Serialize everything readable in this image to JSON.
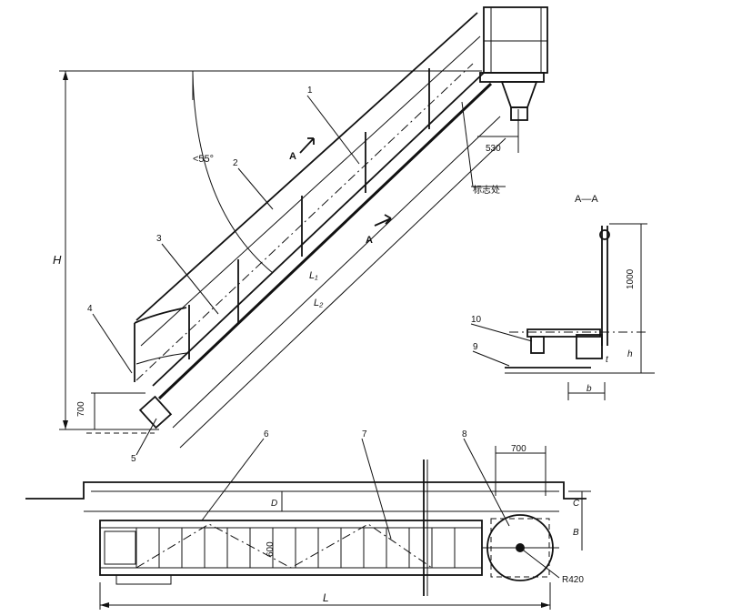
{
  "labels": {
    "angle": "<55°",
    "view_a": "A",
    "section_title": "A—A",
    "marker_location": "标志处",
    "height": "H",
    "length_l1": "L₁",
    "length_l2": "L₂",
    "length_total": "L"
  },
  "dimensions": {
    "d530": "530",
    "d700_side": "700",
    "d700_top": "700",
    "d1000": "1000",
    "d600": "600",
    "r420": "R420",
    "h_small": "h",
    "t_small": "t",
    "b_small": "b",
    "dim_d": "D",
    "dim_c": "C",
    "dim_b": "B"
  },
  "parts": [
    "1",
    "2",
    "3",
    "4",
    "5",
    "6",
    "7",
    "8",
    "9",
    "10"
  ]
}
